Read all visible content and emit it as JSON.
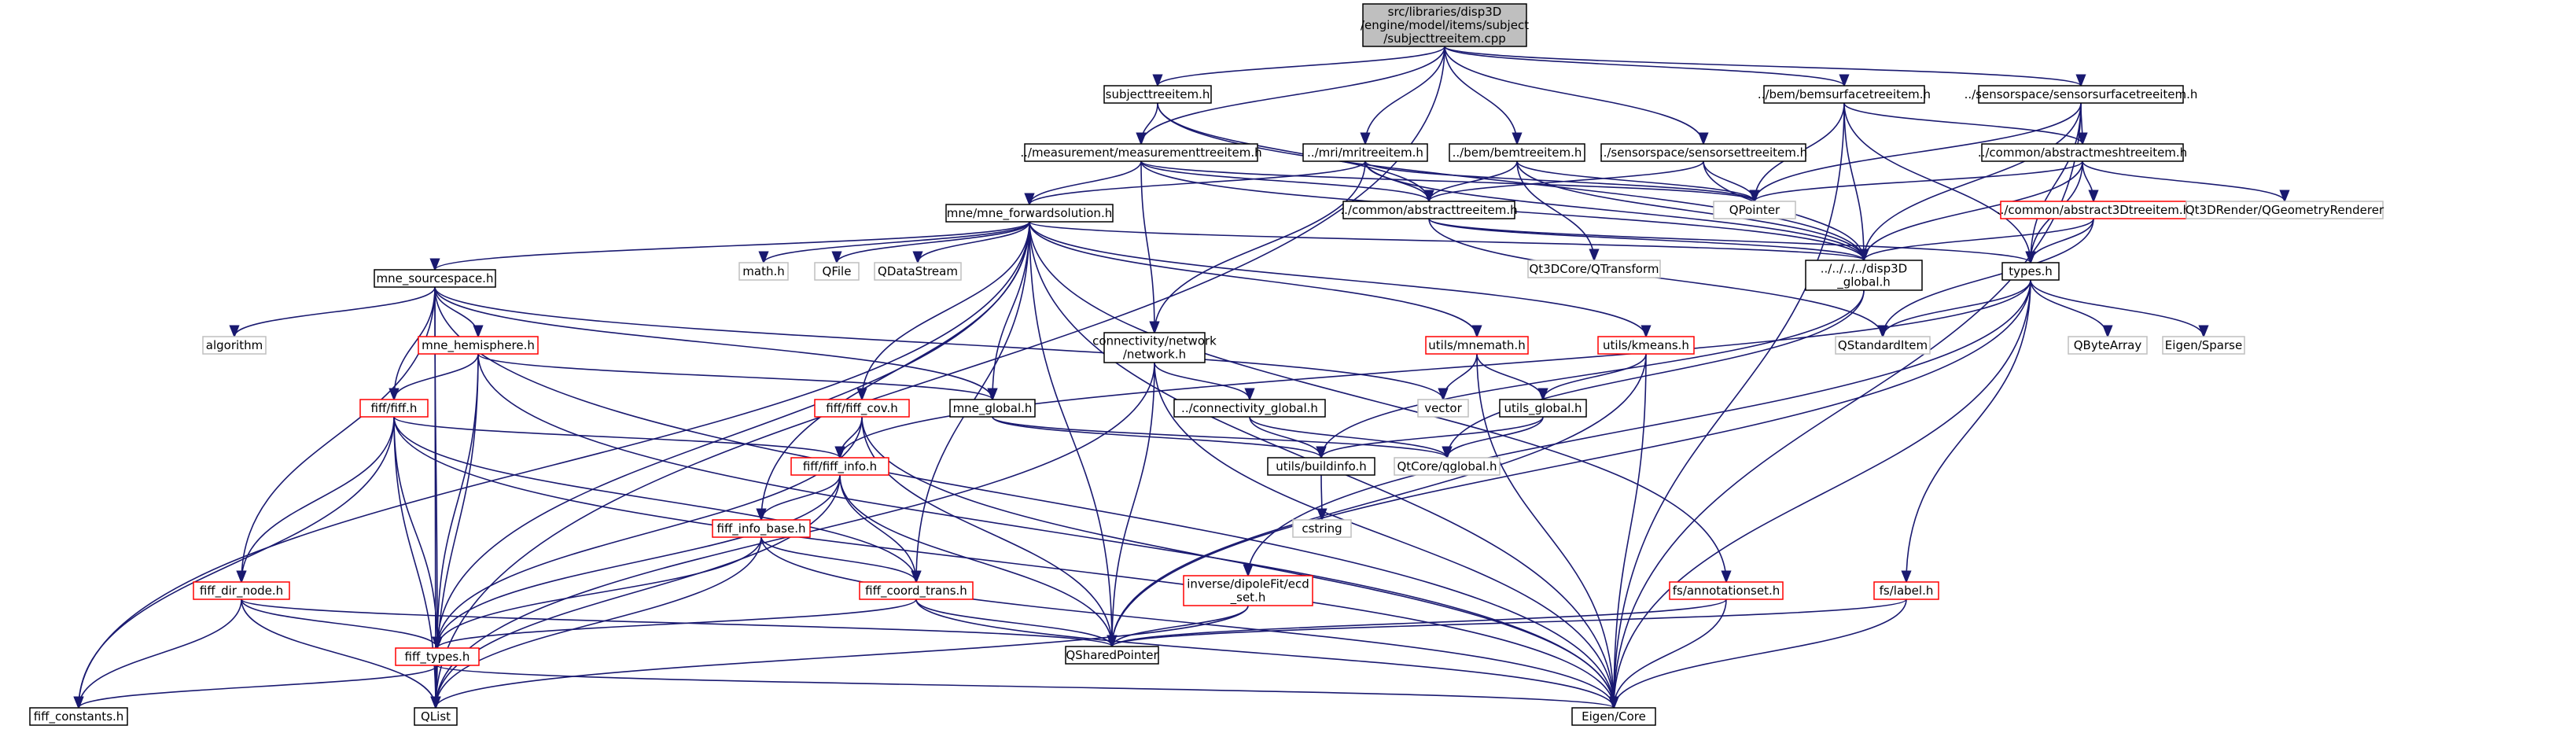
{
  "colors": {
    "normal_border": "#000000",
    "missing_border": "#bfbfbf",
    "truncated_border": "#ff0000",
    "root_fill": "#bfbfbf",
    "edge": "#191970",
    "missing_text": "#000000"
  },
  "nodes": {
    "root": {
      "lines": [
        "src/libraries/disp3D",
        "/engine/model/items/subject",
        "/subjecttreeitem.cpp"
      ],
      "kind": "root"
    },
    "subjecttreeitem": {
      "lines": [
        "subjecttreeitem.h"
      ],
      "kind": "normal"
    },
    "measurement": {
      "lines": [
        "../measurement/measurementtreeitem.h"
      ],
      "kind": "normal"
    },
    "mritreeitem": {
      "lines": [
        "../mri/mritreeitem.h"
      ],
      "kind": "normal"
    },
    "bemtreeitem": {
      "lines": [
        "../bem/bemtreeitem.h"
      ],
      "kind": "normal"
    },
    "sensorsettreeitem": {
      "lines": [
        "../sensorspace/sensorsettreeitem.h"
      ],
      "kind": "normal"
    },
    "bemsurfacetreeitem": {
      "lines": [
        "../bem/bemsurfacetreeitem.h"
      ],
      "kind": "normal"
    },
    "sensorsurfacetreeitem": {
      "lines": [
        "../sensorspace/sensorsurfacetreeitem.h"
      ],
      "kind": "normal"
    },
    "abstractmeshtreeitem": {
      "lines": [
        "../common/abstractmeshtreeitem.h"
      ],
      "kind": "normal"
    },
    "abstracttreeitem": {
      "lines": [
        "../common/abstracttreeitem.h"
      ],
      "kind": "normal"
    },
    "qpointer": {
      "lines": [
        "QPointer"
      ],
      "kind": "missing"
    },
    "qtransform": {
      "lines": [
        "Qt3DCore/QTransform"
      ],
      "kind": "missing"
    },
    "abstract3d": {
      "lines": [
        "../common/abstract3Dtreeitem.h"
      ],
      "kind": "truncated"
    },
    "qgeomrenderer": {
      "lines": [
        "Qt3DRender/QGeometryRenderer"
      ],
      "kind": "missing"
    },
    "fwdsolution": {
      "lines": [
        "mne/mne_forwardsolution.h"
      ],
      "kind": "normal"
    },
    "mathh": {
      "lines": [
        "math.h"
      ],
      "kind": "missing"
    },
    "qfile": {
      "lines": [
        "QFile"
      ],
      "kind": "missing"
    },
    "qdatastream": {
      "lines": [
        "QDataStream"
      ],
      "kind": "missing"
    },
    "disp3dglobal": {
      "lines": [
        "../../../../disp3D",
        "_global.h"
      ],
      "kind": "normal"
    },
    "typesh": {
      "lines": [
        "types.h"
      ],
      "kind": "normal"
    },
    "sourcespace": {
      "lines": [
        "mne_sourcespace.h"
      ],
      "kind": "normal"
    },
    "algorithm": {
      "lines": [
        "algorithm"
      ],
      "kind": "missing"
    },
    "hemisphere": {
      "lines": [
        "mne_hemisphere.h"
      ],
      "kind": "truncated"
    },
    "fiffh": {
      "lines": [
        "fiff/fiff.h"
      ],
      "kind": "truncated"
    },
    "connnetwork": {
      "lines": [
        "connectivity/network",
        "/network.h"
      ],
      "kind": "normal"
    },
    "fiffcov": {
      "lines": [
        "fiff/fiff_cov.h"
      ],
      "kind": "truncated"
    },
    "mneglobal": {
      "lines": [
        "mne_global.h"
      ],
      "kind": "normal"
    },
    "connglobal": {
      "lines": [
        "../connectivity_global.h"
      ],
      "kind": "normal"
    },
    "mnemath": {
      "lines": [
        "utils/mnemath.h"
      ],
      "kind": "truncated"
    },
    "vector": {
      "lines": [
        "vector"
      ],
      "kind": "missing"
    },
    "kmeans": {
      "lines": [
        "utils/kmeans.h"
      ],
      "kind": "truncated"
    },
    "utilsglobal": {
      "lines": [
        "utils_global.h"
      ],
      "kind": "normal"
    },
    "qstandarditem": {
      "lines": [
        "QStandardItem"
      ],
      "kind": "missing"
    },
    "qbytearray": {
      "lines": [
        "QByteArray"
      ],
      "kind": "missing"
    },
    "eigensparse": {
      "lines": [
        "Eigen/Sparse"
      ],
      "kind": "missing"
    },
    "fiffinfo": {
      "lines": [
        "fiff/fiff_info.h"
      ],
      "kind": "truncated"
    },
    "buildinfo": {
      "lines": [
        "utils/buildinfo.h"
      ],
      "kind": "normal"
    },
    "qglobal": {
      "lines": [
        "QtCore/qglobal.h"
      ],
      "kind": "missing"
    },
    "cstring": {
      "lines": [
        "cstring"
      ],
      "kind": "missing"
    },
    "fiffinfobase": {
      "lines": [
        "fiff_info_base.h"
      ],
      "kind": "truncated"
    },
    "fiffdirnode": {
      "lines": [
        "fiff_dir_node.h"
      ],
      "kind": "truncated"
    },
    "fiffcoordtrans": {
      "lines": [
        "fiff_coord_trans.h"
      ],
      "kind": "truncated"
    },
    "ecdset": {
      "lines": [
        "inverse/dipoleFit/ecd",
        "_set.h"
      ],
      "kind": "truncated"
    },
    "annotationset": {
      "lines": [
        "fs/annotationset.h"
      ],
      "kind": "truncated"
    },
    "labelh": {
      "lines": [
        "fs/label.h"
      ],
      "kind": "truncated"
    },
    "qsharedpointer": {
      "lines": [
        "QSharedPointer"
      ],
      "kind": "normal"
    },
    "fifftypes": {
      "lines": [
        "fiff_types.h"
      ],
      "kind": "truncated"
    },
    "fiffconstants": {
      "lines": [
        "fiff_constants.h"
      ],
      "kind": "normal"
    },
    "qlist": {
      "lines": [
        "QList"
      ],
      "kind": "normal"
    },
    "eigencore": {
      "lines": [
        "Eigen/Core"
      ],
      "kind": "normal"
    }
  },
  "edges": [
    [
      "root",
      "subjecttreeitem"
    ],
    [
      "root",
      "measurement"
    ],
    [
      "root",
      "mritreeitem"
    ],
    [
      "root",
      "bemtreeitem"
    ],
    [
      "root",
      "sensorsettreeitem"
    ],
    [
      "root",
      "bemsurfacetreeitem"
    ],
    [
      "root",
      "sensorsurfacetreeitem"
    ],
    [
      "root",
      "qlist"
    ],
    [
      "subjecttreeitem",
      "measurement"
    ],
    [
      "subjecttreeitem",
      "abstracttreeitem"
    ],
    [
      "subjecttreeitem",
      "disp3dglobal"
    ],
    [
      "measurement",
      "fwdsolution"
    ],
    [
      "measurement",
      "abstracttreeitem"
    ],
    [
      "measurement",
      "connnetwork"
    ],
    [
      "measurement",
      "disp3dglobal"
    ],
    [
      "measurement",
      "qpointer"
    ],
    [
      "mritreeitem",
      "fwdsolution"
    ],
    [
      "mritreeitem",
      "abstracttreeitem"
    ],
    [
      "mritreeitem",
      "connnetwork"
    ],
    [
      "mritreeitem",
      "disp3dglobal"
    ],
    [
      "mritreeitem",
      "qpointer"
    ],
    [
      "bemtreeitem",
      "abstracttreeitem"
    ],
    [
      "bemtreeitem",
      "qpointer"
    ],
    [
      "bemtreeitem",
      "qtransform"
    ],
    [
      "bemtreeitem",
      "disp3dglobal"
    ],
    [
      "sensorsettreeitem",
      "abstracttreeitem"
    ],
    [
      "sensorsettreeitem",
      "qpointer"
    ],
    [
      "sensorsettreeitem",
      "disp3dglobal"
    ],
    [
      "bemsurfacetreeitem",
      "abstractmeshtreeitem"
    ],
    [
      "bemsurfacetreeitem",
      "qpointer"
    ],
    [
      "bemsurfacetreeitem",
      "disp3dglobal"
    ],
    [
      "bemsurfacetreeitem",
      "typesh"
    ],
    [
      "bemsurfacetreeitem",
      "eigencore"
    ],
    [
      "sensorsurfacetreeitem",
      "abstractmeshtreeitem"
    ],
    [
      "sensorsurfacetreeitem",
      "qpointer"
    ],
    [
      "sensorsurfacetreeitem",
      "disp3dglobal"
    ],
    [
      "sensorsurfacetreeitem",
      "typesh"
    ],
    [
      "sensorsurfacetreeitem",
      "eigencore"
    ],
    [
      "abstractmeshtreeitem",
      "abstract3d"
    ],
    [
      "abstractmeshtreeitem",
      "qgeomrenderer"
    ],
    [
      "abstractmeshtreeitem",
      "typesh"
    ],
    [
      "abstractmeshtreeitem",
      "qpointer"
    ],
    [
      "abstractmeshtreeitem",
      "disp3dglobal"
    ],
    [
      "abstract3d",
      "typesh"
    ],
    [
      "abstract3d",
      "disp3dglobal"
    ],
    [
      "abstract3d",
      "qstandarditem"
    ],
    [
      "abstracttreeitem",
      "disp3dglobal"
    ],
    [
      "abstracttreeitem",
      "qstandarditem"
    ],
    [
      "abstracttreeitem",
      "typesh"
    ],
    [
      "fwdsolution",
      "sourcespace"
    ],
    [
      "fwdsolution",
      "mathh"
    ],
    [
      "fwdsolution",
      "qfile"
    ],
    [
      "fwdsolution",
      "qdatastream"
    ],
    [
      "fwdsolution",
      "fiffconstants"
    ],
    [
      "fwdsolution",
      "fifftypes"
    ],
    [
      "fwdsolution",
      "fiffcov"
    ],
    [
      "fwdsolution",
      "mneglobal"
    ],
    [
      "fwdsolution",
      "fiffinfobase"
    ],
    [
      "fwdsolution",
      "fiffcoordtrans"
    ],
    [
      "fwdsolution",
      "mnemath"
    ],
    [
      "fwdsolution",
      "kmeans"
    ],
    [
      "fwdsolution",
      "annotationset"
    ],
    [
      "fwdsolution",
      "eigencore"
    ],
    [
      "fwdsolution",
      "qsharedpointer"
    ],
    [
      "fwdsolution",
      "disp3dglobal"
    ],
    [
      "sourcespace",
      "algorithm"
    ],
    [
      "sourcespace",
      "hemisphere"
    ],
    [
      "sourcespace",
      "fiffh"
    ],
    [
      "sourcespace",
      "mneglobal"
    ],
    [
      "sourcespace",
      "vector"
    ],
    [
      "sourcespace",
      "fiffdirnode"
    ],
    [
      "sourcespace",
      "fifftypes"
    ],
    [
      "sourcespace",
      "qlist"
    ],
    [
      "sourcespace",
      "eigencore"
    ],
    [
      "hemisphere",
      "fiffh"
    ],
    [
      "hemisphere",
      "mneglobal"
    ],
    [
      "hemisphere",
      "fifftypes"
    ],
    [
      "hemisphere",
      "qlist"
    ],
    [
      "hemisphere",
      "eigencore"
    ],
    [
      "fiffh",
      "fiffinfo"
    ],
    [
      "fiffh",
      "fiffdirnode"
    ],
    [
      "fiffh",
      "fiffcoordtrans"
    ],
    [
      "fiffh",
      "fifftypes"
    ],
    [
      "fiffh",
      "fiffconstants"
    ],
    [
      "fiffh",
      "qlist"
    ],
    [
      "fiffh",
      "eigencore"
    ],
    [
      "connnetwork",
      "connglobal"
    ],
    [
      "connnetwork",
      "qsharedpointer"
    ],
    [
      "connnetwork",
      "eigencore"
    ],
    [
      "connnetwork",
      "qlist"
    ],
    [
      "fiffcov",
      "fiffinfo"
    ],
    [
      "fiffcov",
      "fifftypes"
    ],
    [
      "fiffcov",
      "qsharedpointer"
    ],
    [
      "fiffcov",
      "eigencore"
    ],
    [
      "mneglobal",
      "buildinfo"
    ],
    [
      "mneglobal",
      "qglobal"
    ],
    [
      "connglobal",
      "buildinfo"
    ],
    [
      "connglobal",
      "qglobal"
    ],
    [
      "mnemath",
      "vector"
    ],
    [
      "mnemath",
      "utilsglobal"
    ],
    [
      "mnemath",
      "eigencore"
    ],
    [
      "kmeans",
      "utilsglobal"
    ],
    [
      "kmeans",
      "qsharedpointer"
    ],
    [
      "kmeans",
      "eigencore"
    ],
    [
      "utilsglobal",
      "buildinfo"
    ],
    [
      "utilsglobal",
      "qglobal"
    ],
    [
      "disp3dglobal",
      "buildinfo"
    ],
    [
      "disp3dglobal",
      "qglobal"
    ],
    [
      "typesh",
      "qstandarditem"
    ],
    [
      "typesh",
      "qbytearray"
    ],
    [
      "typesh",
      "eigensparse"
    ],
    [
      "typesh",
      "labelh"
    ],
    [
      "typesh",
      "ecdset"
    ],
    [
      "typesh",
      "qsharedpointer"
    ],
    [
      "typesh",
      "eigencore"
    ],
    [
      "typesh",
      "fiffinfo"
    ],
    [
      "buildinfo",
      "cstring"
    ],
    [
      "fiffinfo",
      "fiffinfobase"
    ],
    [
      "fiffinfo",
      "fiffcoordtrans"
    ],
    [
      "fiffinfo",
      "fifftypes"
    ],
    [
      "fiffinfo",
      "qsharedpointer"
    ],
    [
      "fiffinfo",
      "qlist"
    ],
    [
      "fiffinfobase",
      "fiffcoordtrans"
    ],
    [
      "fiffinfobase",
      "fifftypes"
    ],
    [
      "fiffinfobase",
      "qlist"
    ],
    [
      "fiffinfobase",
      "eigencore"
    ],
    [
      "fiffdirnode",
      "fifftypes"
    ],
    [
      "fiffdirnode",
      "qsharedpointer"
    ],
    [
      "fiffdirnode",
      "fiffconstants"
    ],
    [
      "fiffdirnode",
      "qlist"
    ],
    [
      "fiffcoordtrans",
      "fifftypes"
    ],
    [
      "fiffcoordtrans",
      "qsharedpointer"
    ],
    [
      "fiffcoordtrans",
      "eigencore"
    ],
    [
      "ecdset",
      "qsharedpointer"
    ],
    [
      "ecdset",
      "qlist"
    ],
    [
      "annotationset",
      "qsharedpointer"
    ],
    [
      "annotationset",
      "eigencore"
    ],
    [
      "labelh",
      "qsharedpointer"
    ],
    [
      "labelh",
      "eigencore"
    ],
    [
      "fifftypes",
      "fiffconstants"
    ],
    [
      "fifftypes",
      "qlist"
    ],
    [
      "fifftypes",
      "eigencore"
    ]
  ]
}
